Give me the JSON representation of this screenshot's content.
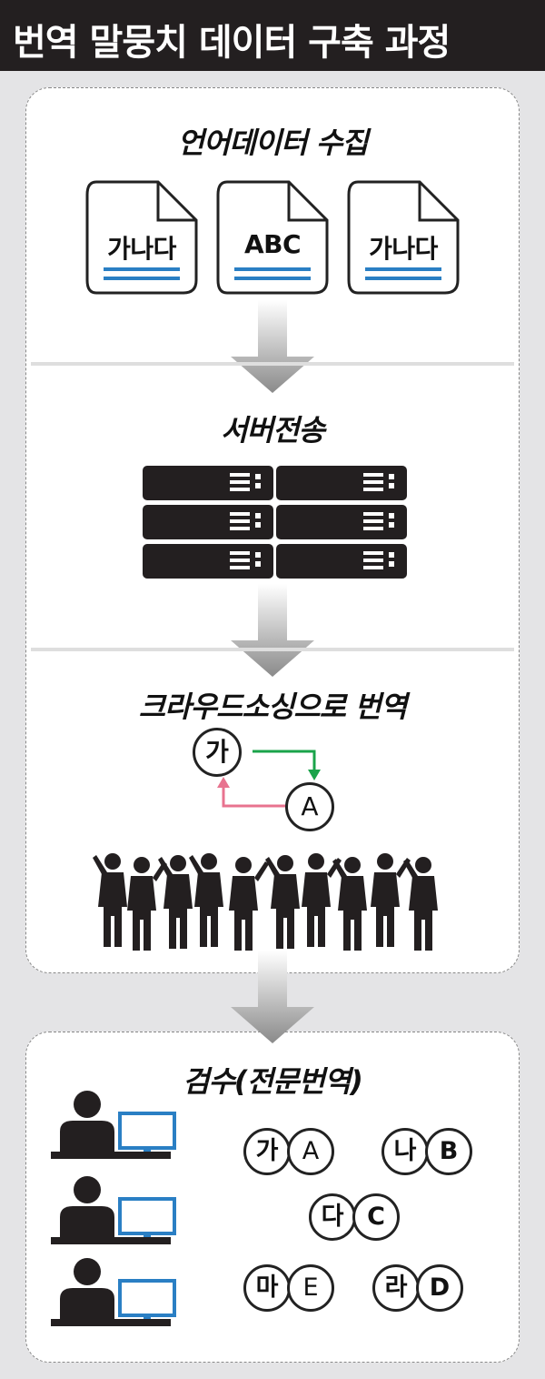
{
  "title": "번역 말뭉치 데이터 구축 과정",
  "colors": {
    "title_bg": "#231f20",
    "accent_blue": "#2a7fc4",
    "green": "#1aa34a",
    "pink": "#e8738f"
  },
  "steps": {
    "collect": {
      "title": "언어데이터 수집",
      "documents": [
        {
          "label": "가나다"
        },
        {
          "label": "ABC"
        },
        {
          "label": "가나다"
        }
      ]
    },
    "server": {
      "title": "서버전송"
    },
    "crowd": {
      "title": "크라우드소싱으로 번역",
      "source": "가",
      "target": "A"
    },
    "review": {
      "title": "검수(전문번역)",
      "pairs": [
        {
          "source": "가",
          "target": "A"
        },
        {
          "source": "나",
          "target": "B"
        },
        {
          "source": "다",
          "target": "C"
        },
        {
          "source": "마",
          "target": "E"
        },
        {
          "source": "라",
          "target": "D"
        }
      ]
    }
  }
}
